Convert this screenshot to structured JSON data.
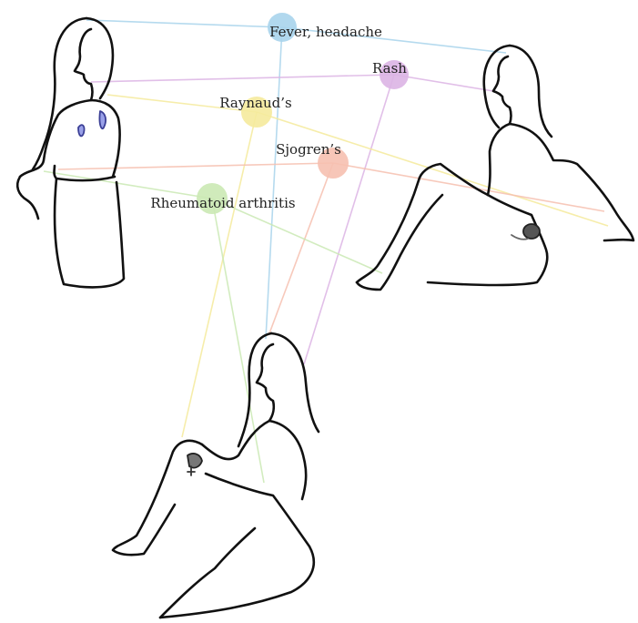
{
  "diagram": {
    "nodes": [
      {
        "id": "fever",
        "label": "Fever, headache",
        "color": "#a9d4ec"
      },
      {
        "id": "rash",
        "label": "Rash",
        "color": "#dcb4e4"
      },
      {
        "id": "raynauds",
        "label": "Raynaud’s",
        "color": "#f5ea9c"
      },
      {
        "id": "sjogrens",
        "label": "Sjogren’s",
        "color": "#f6c0b0"
      },
      {
        "id": "ra",
        "label": "Rheumatoid arthritis",
        "color": "#cbe9b4"
      }
    ],
    "figures": [
      {
        "id": "standing-woman",
        "icon": "kidney-icon"
      },
      {
        "id": "leg-raised-woman",
        "icon": "knee-joint-icon"
      },
      {
        "id": "seated-woman",
        "icon": "knee-joint-icon"
      }
    ],
    "links": [
      {
        "from": "fever",
        "to": "standing-woman"
      },
      {
        "from": "fever",
        "to": "leg-raised-woman"
      },
      {
        "from": "fever",
        "to": "seated-woman"
      },
      {
        "from": "rash",
        "to": "standing-woman"
      },
      {
        "from": "rash",
        "to": "leg-raised-woman"
      },
      {
        "from": "rash",
        "to": "seated-woman"
      },
      {
        "from": "raynauds",
        "to": "standing-woman"
      },
      {
        "from": "raynauds",
        "to": "leg-raised-woman"
      },
      {
        "from": "raynauds",
        "to": "seated-woman"
      },
      {
        "from": "sjogrens",
        "to": "standing-woman"
      },
      {
        "from": "sjogrens",
        "to": "leg-raised-woman"
      },
      {
        "from": "sjogrens",
        "to": "seated-woman"
      },
      {
        "from": "ra",
        "to": "standing-woman"
      },
      {
        "from": "ra",
        "to": "leg-raised-woman"
      },
      {
        "from": "ra",
        "to": "seated-woman"
      }
    ]
  }
}
